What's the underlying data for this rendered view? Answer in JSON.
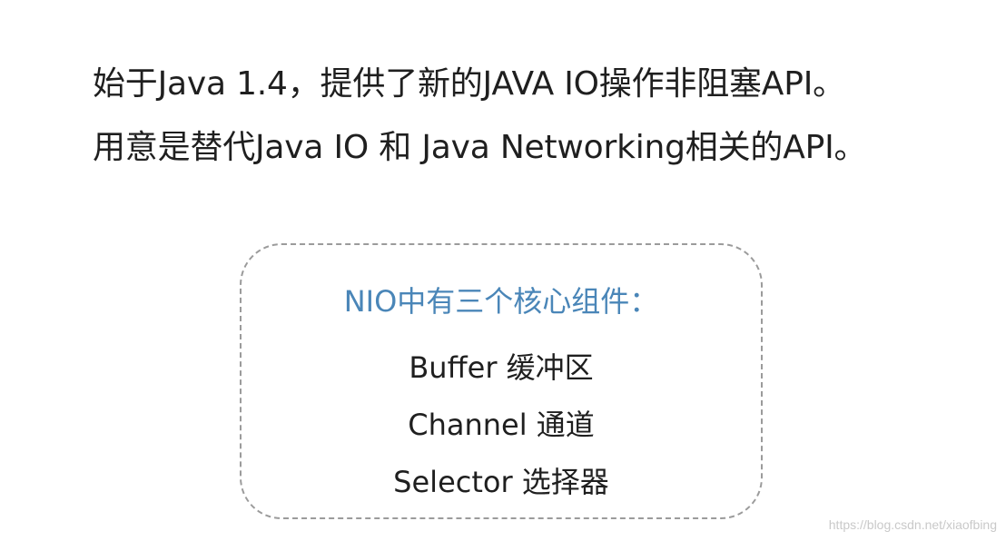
{
  "intro": {
    "line1": "始于Java 1.4，提供了新的JAVA IO操作非阻塞API。",
    "line2": "用意是替代Java IO 和 Java Networking相关的API。"
  },
  "components_box": {
    "title": "NIO中有三个核心组件：",
    "items": [
      "Buffer 缓冲区",
      "Channel 通道",
      "Selector 选择器"
    ],
    "title_color": "#4a86b8"
  },
  "watermark": "https://blog.csdn.net/xiaofbing"
}
